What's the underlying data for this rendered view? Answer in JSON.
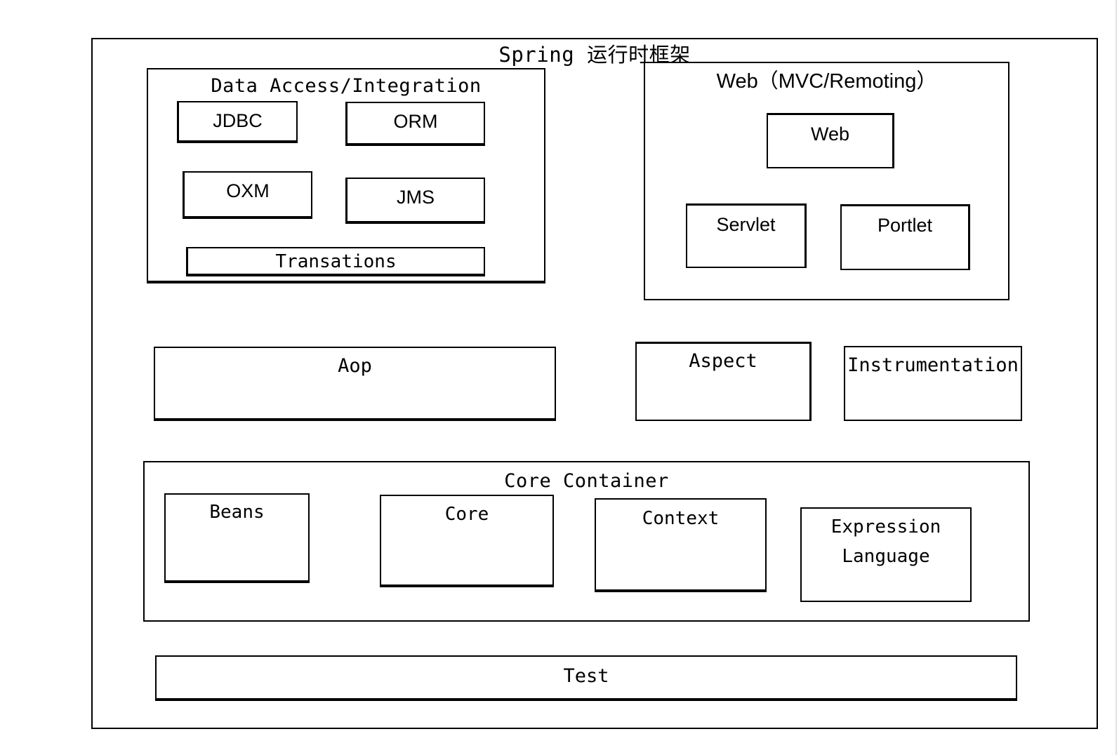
{
  "diagram": {
    "title": "Spring 运行时框架",
    "groups": {
      "data_access": {
        "title": "Data Access/Integration",
        "modules": {
          "jdbc": "JDBC",
          "orm": "ORM",
          "oxm": "OXM",
          "jms": "JMS",
          "transactions": "Transations"
        }
      },
      "web": {
        "title": "Web（MVC/Remoting）",
        "modules": {
          "web": "Web",
          "servlet": "Servlet",
          "portlet": "Portlet"
        }
      },
      "core_container": {
        "title": "Core Container",
        "modules": {
          "beans": "Beans",
          "core": "Core",
          "context": "Context",
          "expression_language_line1": "Expression",
          "expression_language_line2": "Language"
        }
      }
    },
    "standalone": {
      "aop": "Aop",
      "aspect": "Aspect",
      "instrumentation": "Instrumentation",
      "test": "Test"
    },
    "colors": {
      "stroke": "#000000",
      "fill": "#ffffff",
      "page_edge": "#e2e2e2"
    }
  }
}
